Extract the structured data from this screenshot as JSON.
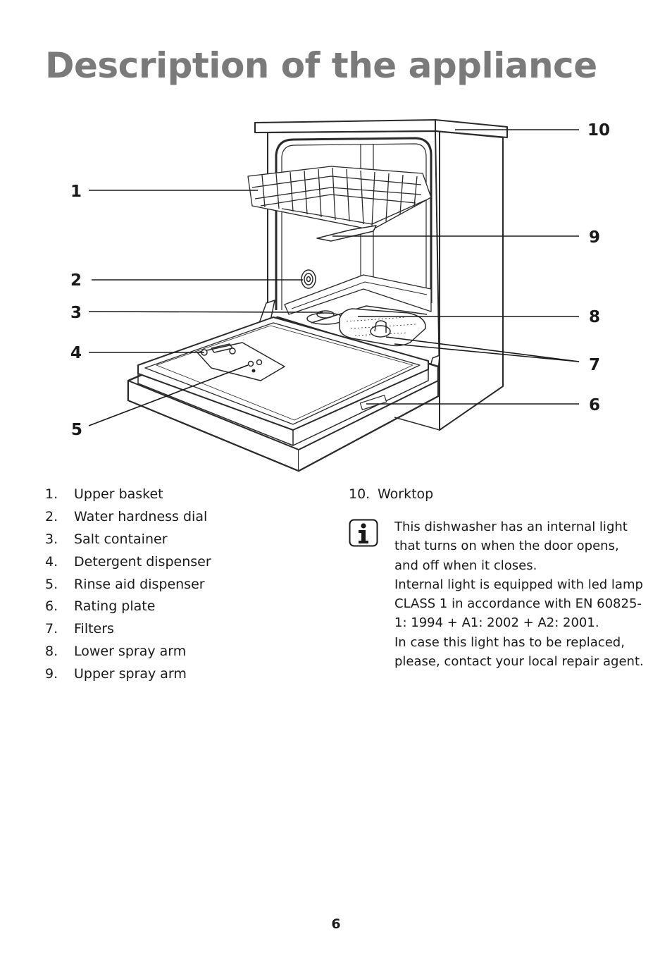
{
  "page": {
    "title": "Description of the appliance",
    "page_number": "6"
  },
  "figure": {
    "callouts": [
      "1",
      "2",
      "3",
      "4",
      "5",
      "6",
      "7",
      "8",
      "9",
      "10"
    ]
  },
  "parts": [
    {
      "num": "1.",
      "label": "Upper basket"
    },
    {
      "num": "2.",
      "label": "Water hardness dial"
    },
    {
      "num": "3.",
      "label": "Salt container"
    },
    {
      "num": "4.",
      "label": "Detergent dispenser"
    },
    {
      "num": "5.",
      "label": "Rinse aid dispenser"
    },
    {
      "num": "6.",
      "label": "Rating plate"
    },
    {
      "num": "7.",
      "label": "Filters"
    },
    {
      "num": "8.",
      "label": "Lower spray arm"
    },
    {
      "num": "9.",
      "label": "Upper spray arm"
    },
    {
      "num": "10.",
      "label": "Worktop"
    }
  ],
  "info_note": {
    "icon": "info-icon",
    "text": "This dishwasher has an internal light that turns on when the door opens, and off when it closes.\nInternal light is equipped with led lamp CLASS 1 in accordance with EN 60825-1: 1994 + A1: 2002 + A2: 2001.\nIn case this light has to be replaced, please, contact your local repair agent."
  }
}
